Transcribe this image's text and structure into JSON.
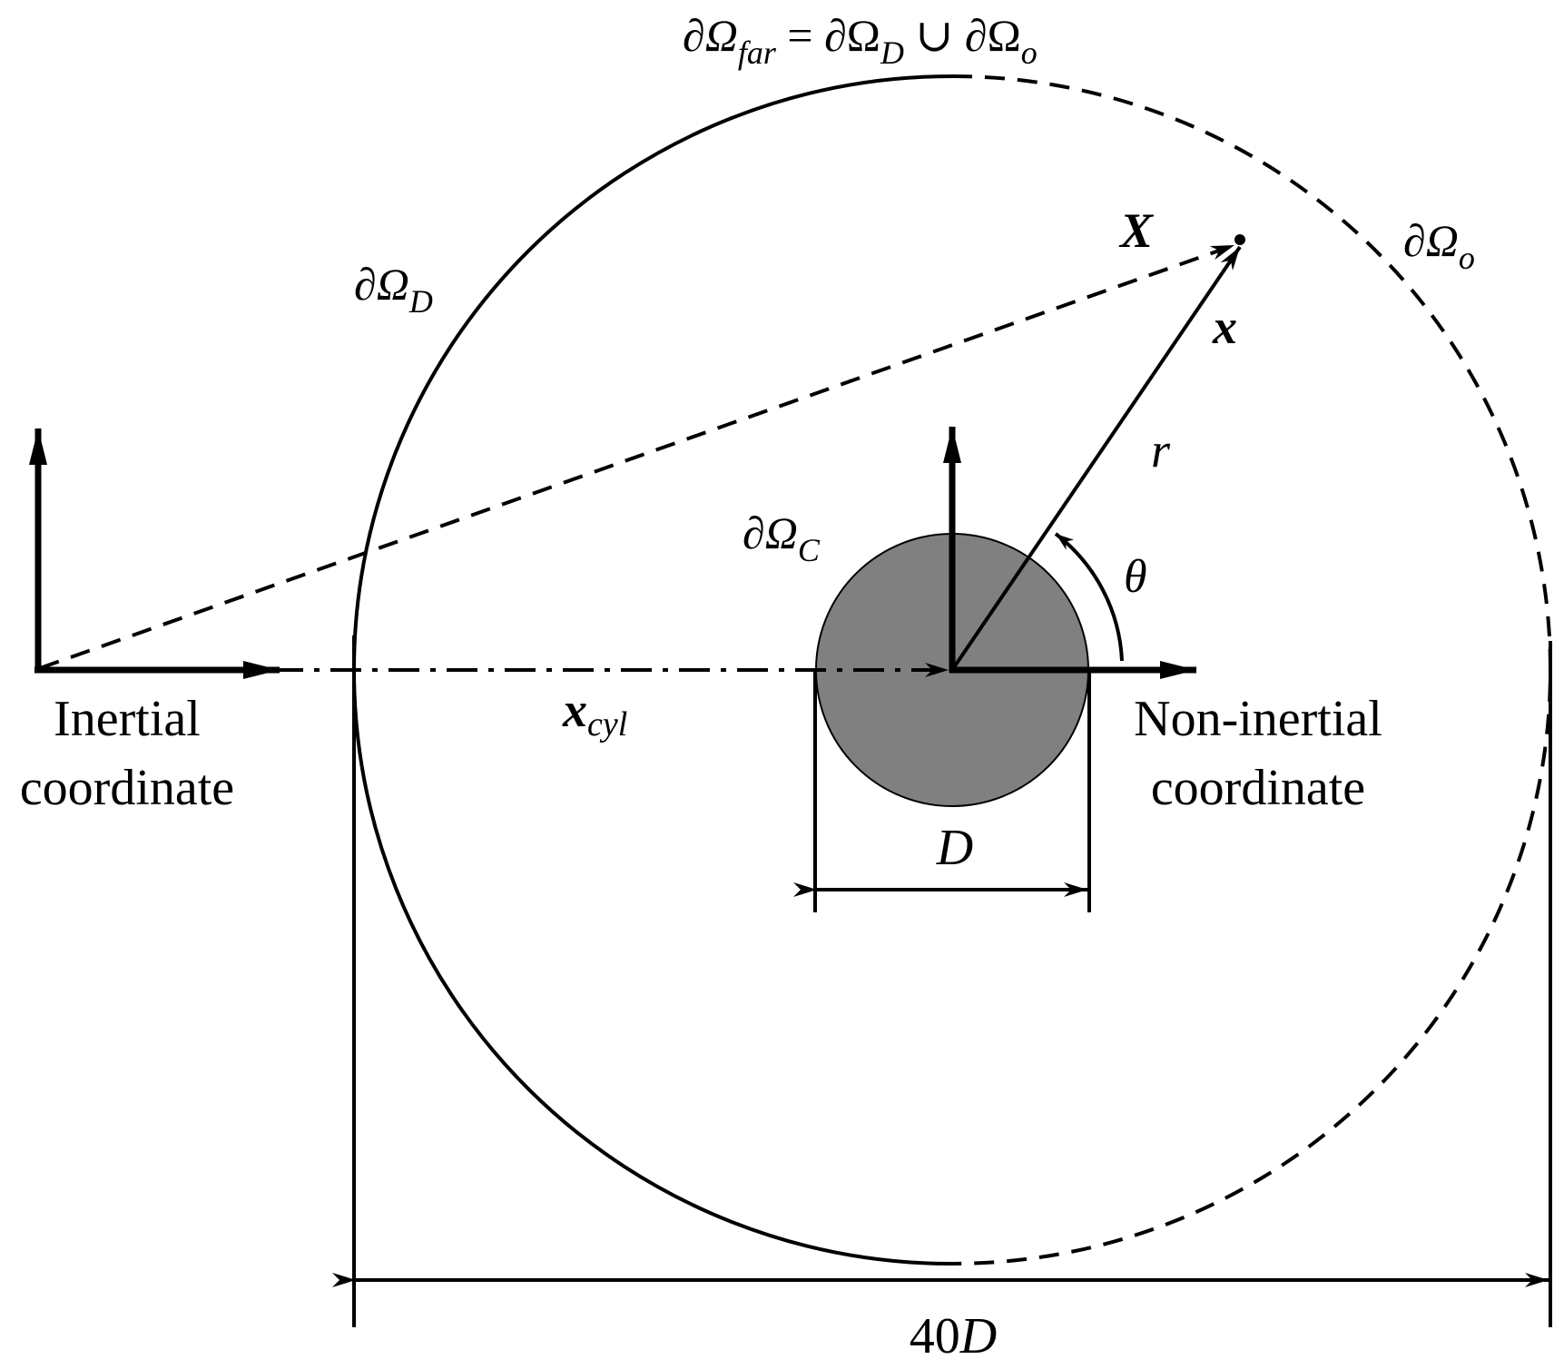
{
  "boundary": {
    "far": {
      "prefix": "∂Ω",
      "sub": "far",
      "eq": " = ∂Ω",
      "sub_d": "D",
      "union": " ∪ ∂Ω",
      "sub_o": "o"
    },
    "outflow": {
      "prefix": "∂Ω",
      "sub": "o"
    },
    "dirichlet": {
      "prefix": "∂Ω",
      "sub": "D"
    },
    "cylinder": {
      "prefix": "∂Ω",
      "sub": "C"
    }
  },
  "vectors": {
    "X": "X",
    "x": "x",
    "r": "r",
    "theta": "θ",
    "x_cyl": {
      "base": "x",
      "sub": "cyl"
    }
  },
  "frames": {
    "inertial": {
      "line1": "Inertial",
      "line2": "coordinate"
    },
    "noninertial": {
      "line1": "Non-inertial",
      "line2": "coordinate"
    }
  },
  "dimensions": {
    "cylinder_diameter": "D",
    "domain_diameter": {
      "num": "40",
      "sym": "D"
    }
  },
  "colors": {
    "ink": "#000000",
    "cylinder_fill": "#808080",
    "background": "#ffffff"
  }
}
